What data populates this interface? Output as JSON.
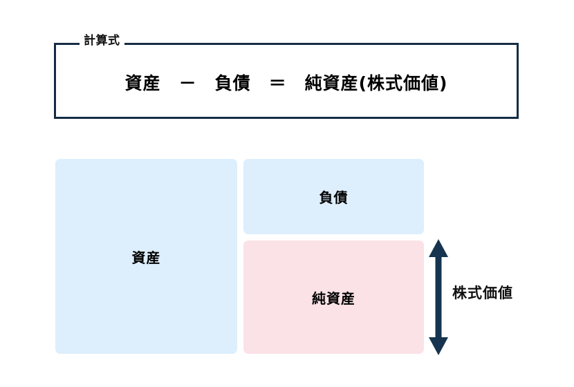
{
  "figure": {
    "title_hidden": "",
    "formula_panel": {
      "legend": "計算式",
      "expression": "資産　－　負債　＝　純資産(株式価値)",
      "border_color": "#152c45"
    },
    "blocks": [
      {
        "key": "assets",
        "label": "資産",
        "color": "#ddeefc"
      },
      {
        "key": "liabilities",
        "label": "負債",
        "color": "#ddeefc"
      },
      {
        "key": "equity",
        "label": "純資産",
        "color": "#fae2e7"
      }
    ],
    "annotation": {
      "label": "株式価値",
      "arrow": "double-headed-vertical-arrow",
      "arrow_color": "#16344f"
    }
  }
}
